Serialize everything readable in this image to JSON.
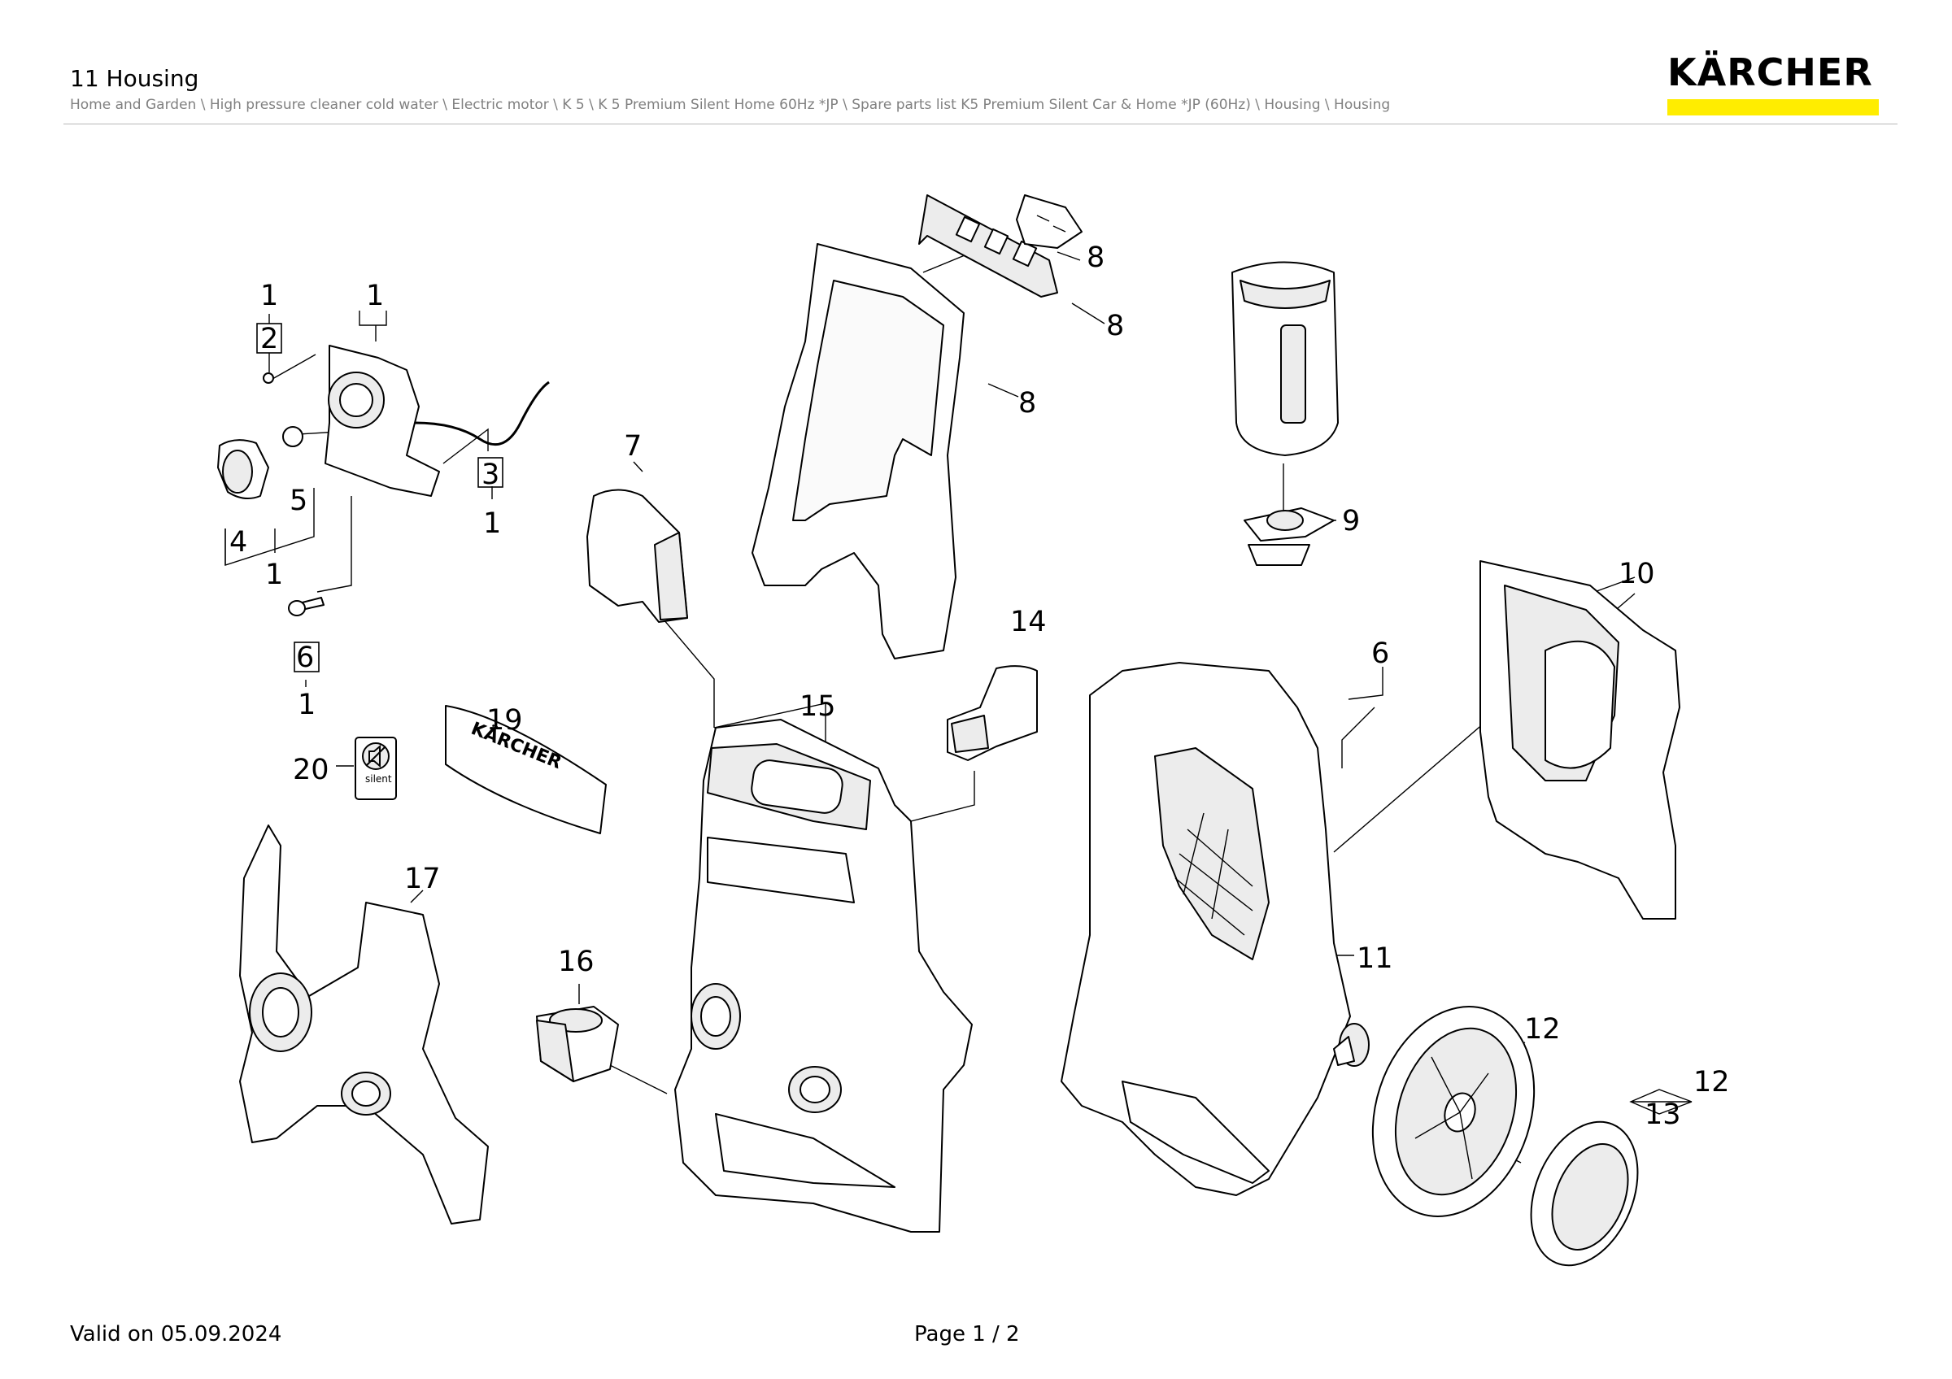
{
  "header": {
    "title": "11 Housing",
    "breadcrumb": "Home and Garden \\ High pressure cleaner cold water \\ Electric motor \\ K 5 \\ K 5 Premium Silent Home 60Hz *JP \\ Spare parts list K5 Premium Silent Car & Home *JP (60Hz) \\ Housing \\ Housing"
  },
  "brand": {
    "name": "KÄRCHER",
    "accent_color": "#ffed00"
  },
  "callouts": {
    "c1": "1",
    "c2": "1",
    "c3": "2",
    "c4": "3",
    "c5": "1",
    "c6": "5",
    "c7": "4",
    "c8": "1",
    "c9": "6",
    "c10": "1",
    "c11": "7",
    "c12": "8",
    "c13": "8",
    "c14": "8",
    "c15": "9",
    "c16": "10",
    "c17": "6",
    "c18": "14",
    "c19": "15",
    "c20": "19",
    "c21": "20",
    "c22": "17",
    "c23": "16",
    "c24": "11",
    "c25": "12",
    "c26": "12",
    "c27": "13"
  },
  "labels": {
    "silent_icon": "silent",
    "cover_logo": "KÄRCHER"
  },
  "footer": {
    "valid": "Valid on 05.09.2024",
    "page": "Page 1 / 2"
  }
}
